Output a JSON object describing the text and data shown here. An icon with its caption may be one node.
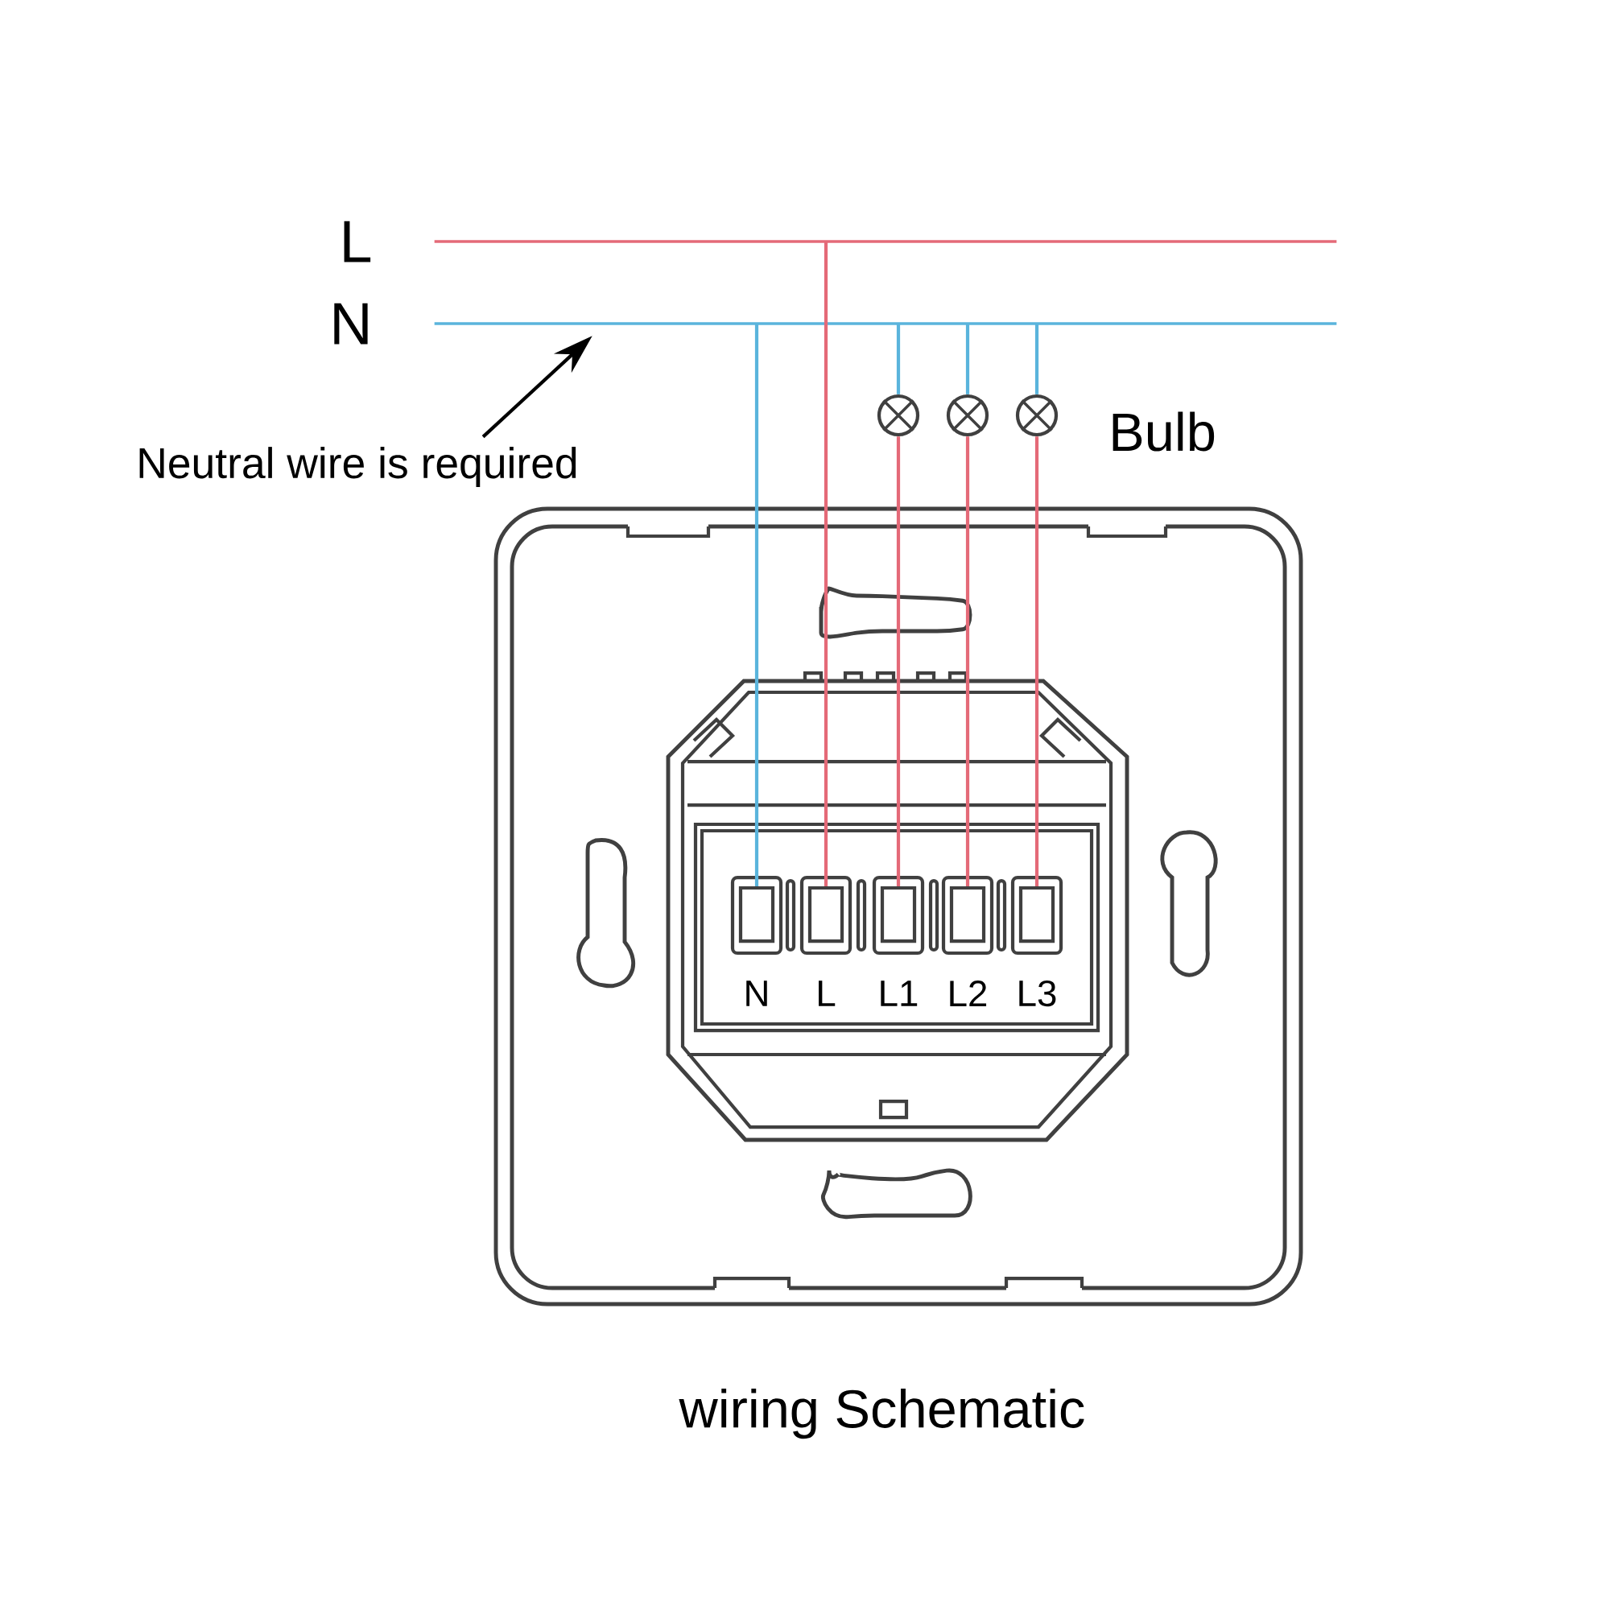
{
  "diagram": {
    "caption": "wiring Schematic",
    "nodes": [
      {
        "text": [
          "L"
        ]
      },
      {
        "text": [
          "N"
        ]
      },
      {
        "text": [],
        "shape": "circle"
      },
      {
        "text": [],
        "shape": "circle"
      },
      {
        "text": [],
        "shape": "circle"
      },
      {
        "text": [
          "N"
        ]
      },
      {
        "text": [
          "L"
        ]
      },
      {
        "text": [
          "L1"
        ]
      },
      {
        "text": [
          "L2"
        ]
      },
      {
        "text": [
          "L3"
        ]
      },
      {
        "text": [
          "Neutral wire is required"
        ]
      }
    ],
    "edges": [
      {
        "from": 1,
        "to": 5,
        "arrow": "none",
        "color": "#5ab4dc"
      },
      {
        "from": 0,
        "to": 6,
        "arrow": "none",
        "color": "#e46a78"
      },
      {
        "from": 1,
        "to": 2,
        "arrow": "none",
        "color": "#5ab4dc"
      },
      {
        "from": 1,
        "to": 3,
        "arrow": "none",
        "color": "#5ab4dc"
      },
      {
        "from": 1,
        "to": 4,
        "arrow": "none",
        "color": "#5ab4dc"
      },
      {
        "from": 2,
        "to": 7,
        "arrow": "none",
        "color": "#e46a78"
      },
      {
        "from": 3,
        "to": 8,
        "arrow": "none",
        "color": "#e46a78"
      },
      {
        "from": 4,
        "to": 9,
        "arrow": "none",
        "color": "#e46a78"
      },
      {
        "from": 10,
        "to": 1,
        "arrow": "to",
        "color": "#000000"
      }
    ],
    "labels": [
      "Bulb"
    ]
  }
}
